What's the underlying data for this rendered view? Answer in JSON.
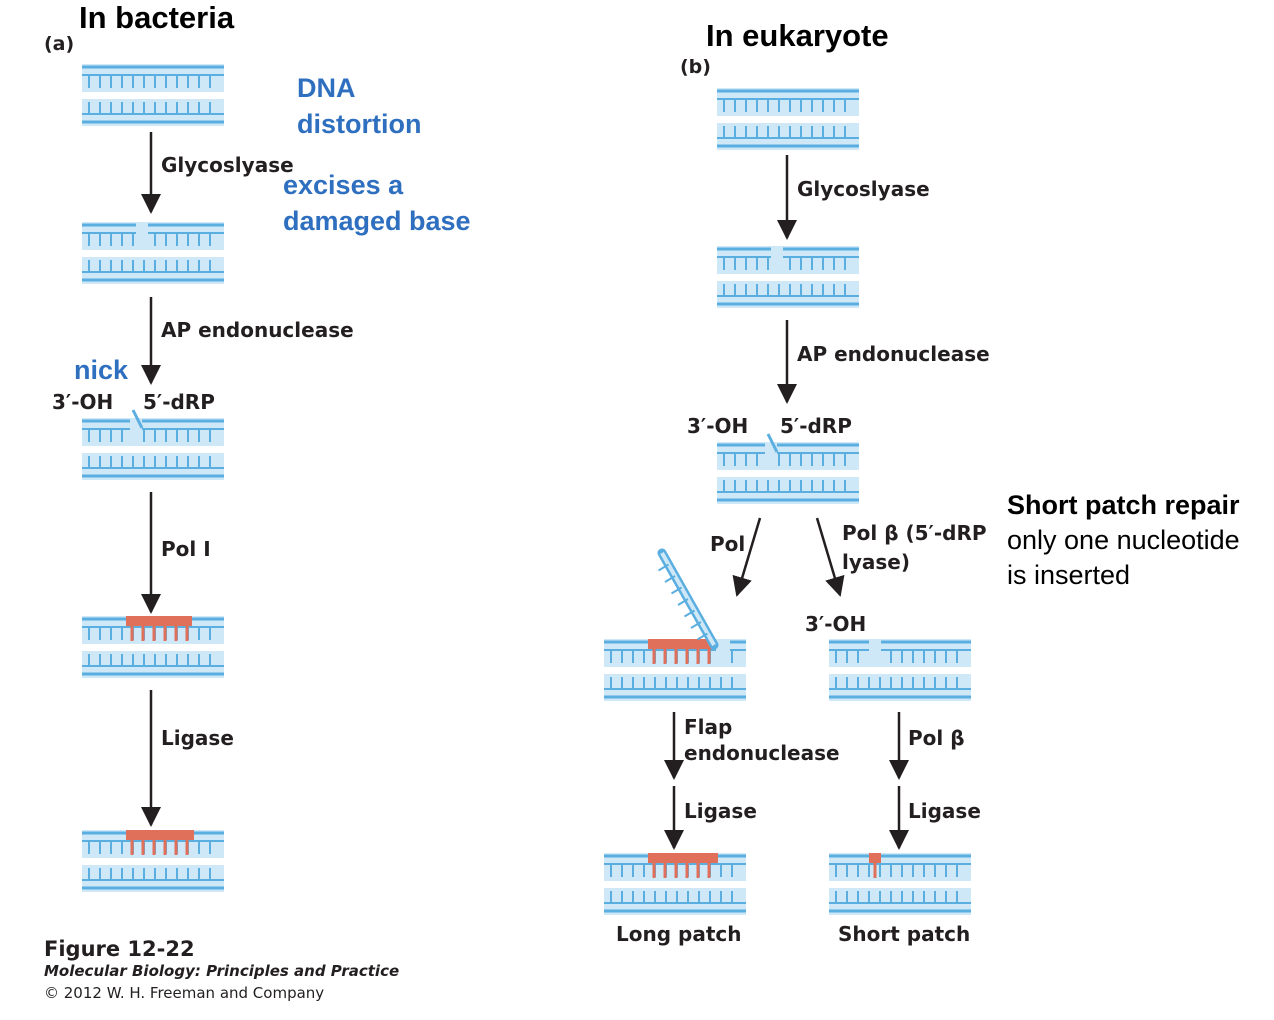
{
  "headers": {
    "bacteria": "In bacteria",
    "eukaryote": "In eukaryote"
  },
  "panels": {
    "a": "(a)",
    "b": "(b)"
  },
  "notes": {
    "distortion": [
      "DNA",
      "distortion"
    ],
    "excises": [
      "excises a",
      "damaged base"
    ],
    "nick": "nick"
  },
  "bacteria_steps": {
    "glycosylase": "Glycoslyase",
    "ap": "AP endonuclease",
    "three_oh": "3′-OH",
    "five_drp": "5′-dRP",
    "pol": "Pol I",
    "ligase": "Ligase"
  },
  "eukaryote_steps": {
    "glycosylase": "Glycoslyase",
    "ap": "AP endonuclease",
    "three_oh": "3′-OH",
    "five_drp": "5′-dRP",
    "pol": "Pol",
    "pol_beta_lyase": [
      "Pol β (5′-dRP",
      "lyase)"
    ],
    "three_oh_short": "3′-OH",
    "flap": [
      "Flap",
      "endonuclease"
    ],
    "pol_beta": "Pol β",
    "ligase_long": "Ligase",
    "ligase_short": "Ligase",
    "long_patch": "Long patch",
    "short_patch": "Short patch"
  },
  "side_note": {
    "title": "Short patch repair",
    "lines": [
      "only one nucleotide",
      "is inserted"
    ]
  },
  "caption": {
    "figure": "Figure 12-22",
    "book": "Molecular Biology: Principles and Practice",
    "copyright": "© 2012 W. H. Freeman and Company"
  },
  "colors": {
    "strand": "#5aaee0",
    "fill": "#cfe8f7",
    "repair": "#e0705a",
    "note": "#2f6fbf"
  }
}
